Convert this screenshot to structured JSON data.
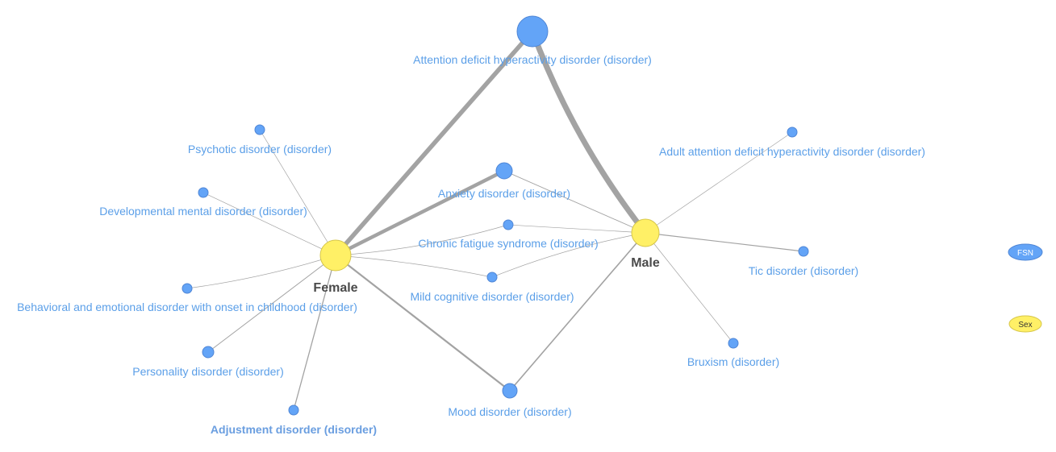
{
  "graph": {
    "sex_nodes": [
      {
        "id": "female",
        "label": "Female"
      },
      {
        "id": "male",
        "label": "Male"
      }
    ],
    "fsn_nodes": [
      {
        "id": "adhd",
        "label": "Attention deficit hyperactivity disorder (disorder)"
      },
      {
        "id": "psychotic",
        "label": "Psychotic disorder (disorder)"
      },
      {
        "id": "developmental",
        "label": "Developmental mental disorder (disorder)"
      },
      {
        "id": "behavioral",
        "label": "Behavioral and emotional disorder with onset in childhood (disorder)"
      },
      {
        "id": "personality",
        "label": "Personality disorder (disorder)"
      },
      {
        "id": "adjustment",
        "label": "Adjustment disorder (disorder)"
      },
      {
        "id": "anxiety",
        "label": "Anxiety disorder (disorder)"
      },
      {
        "id": "cfs",
        "label": "Chronic fatigue syndrome (disorder)"
      },
      {
        "id": "mci",
        "label": "Mild cognitive disorder (disorder)"
      },
      {
        "id": "mood",
        "label": "Mood disorder (disorder)"
      },
      {
        "id": "adult_adhd",
        "label": "Adult attention deficit hyperactivity disorder (disorder)"
      },
      {
        "id": "tic",
        "label": "Tic disorder (disorder)"
      },
      {
        "id": "bruxism",
        "label": "Bruxism (disorder)"
      }
    ]
  },
  "legend": {
    "fsn_label": "FSN",
    "sex_label": "Sex"
  },
  "colors": {
    "fsn_node": "#63a4f7",
    "sex_node": "#fff066",
    "edge": "#a3a3a3",
    "label": "#5b9fe8"
  }
}
